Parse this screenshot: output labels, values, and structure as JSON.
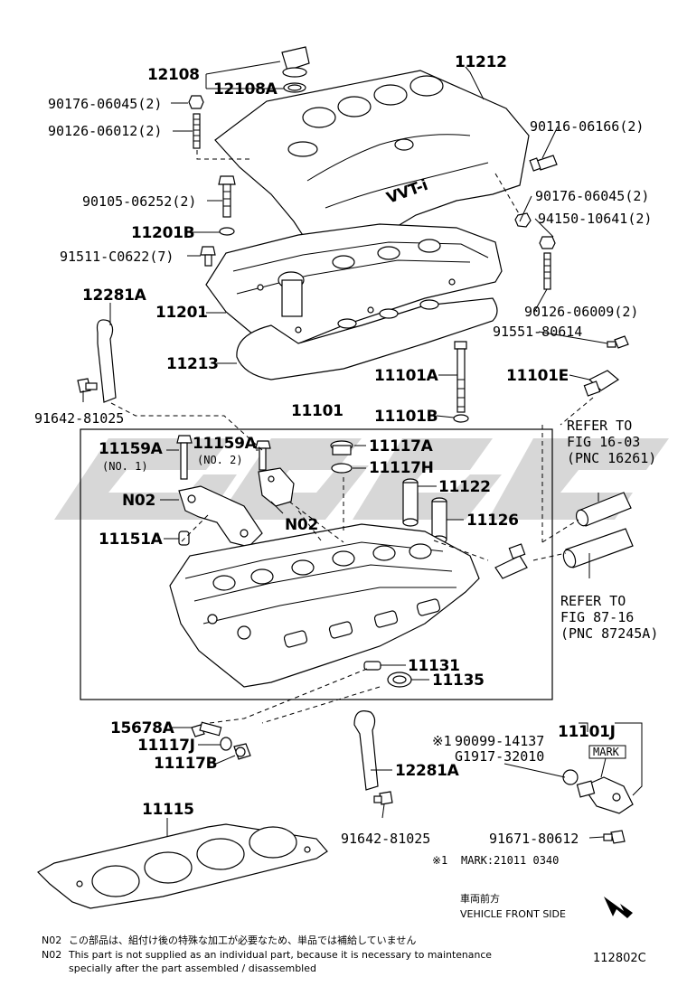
{
  "diagram_code": "112802C",
  "labels": {
    "l12108": "12108",
    "l12108A": "12108A",
    "l11212": "11212",
    "l90176a": "90176-06045(2)",
    "l90126a": "90126-06012(2)",
    "l90116": "90116-06166(2)",
    "l90105": "90105-06252(2)",
    "l90176b": "90176-06045(2)",
    "l11201B": "11201B",
    "l94150": "94150-10641(2)",
    "l91511": "91511-C0622(7)",
    "l12281A_top": "12281A",
    "l11201": "11201",
    "l90126b": "90126-06009(2)",
    "l91551": "91551-80614",
    "l11213": "11213",
    "l11101A": "11101A",
    "l11101E": "11101E",
    "l91642_top": "91642-81025",
    "l11101B": "11101B",
    "l11101": "11101",
    "l11159A_1": "11159A",
    "l11159A_1sub": "(NO. 1)",
    "l11159A_2": "11159A",
    "l11159A_2sub": "(NO. 2)",
    "l11117A": "11117A",
    "l11117H": "11117H",
    "l11122": "11122",
    "lN02a": "N02",
    "lN02b": "N02",
    "l11126": "11126",
    "l11151A": "11151A",
    "l11131": "11131",
    "l11135": "11135",
    "l15678A": "15678A",
    "l11117J": "11117J",
    "l11117B": "11117B",
    "l11101J": "11101J",
    "l90099": "90099-14137",
    "lG1917": "G1917-32010",
    "l12281A_bot": "12281A",
    "l11115": "11115",
    "l91642_bot": "91642-81025",
    "l91671": "91671-80612",
    "mark_box": "MARK",
    "mark_note": "MARK:21011  0340",
    "star1": "※1",
    "star2": "※1",
    "vvti": "VVT-i"
  },
  "references": {
    "ref1_line1": "REFER TO",
    "ref1_line2": "FIG 16-03",
    "ref1_line3": "(PNC 16261)",
    "ref2_line1": "REFER TO",
    "ref2_line2": "FIG 87-16",
    "ref2_line3": "(PNC 87245A)"
  },
  "direction": {
    "jp": "車両前方",
    "en": "VEHICLE FRONT SIDE"
  },
  "notes": {
    "code1": "N02",
    "jp": "この部品は、組付け後の特殊な加工が必要なため、単品では補給していません",
    "code2": "N02",
    "en_line1": "This part is not supplied as an individual part, because it is necessary to maintenance",
    "en_line2": "specially after the part assembled / disassembled"
  }
}
